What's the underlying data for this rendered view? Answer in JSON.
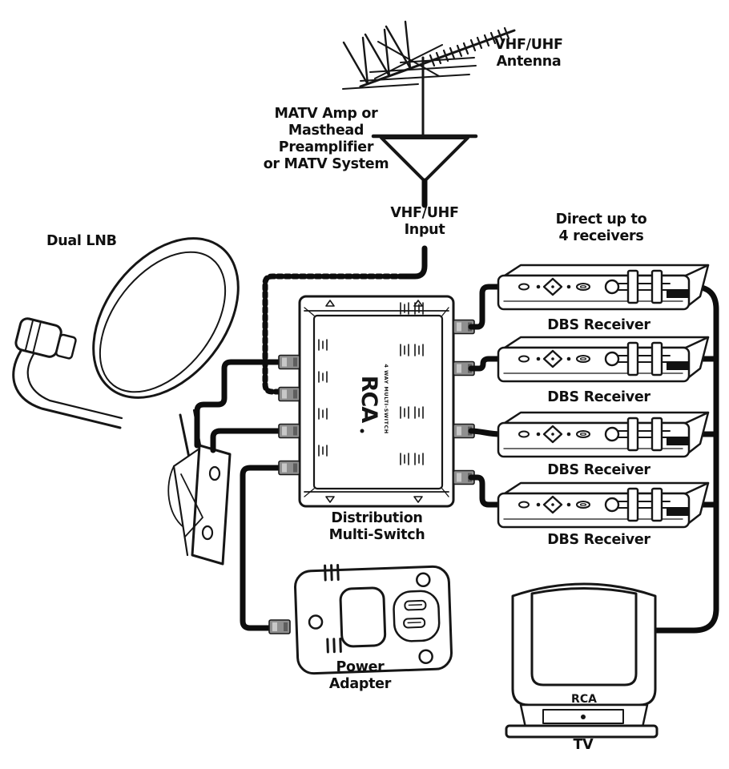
{
  "title": "Satellite dish / multi-switch installation wiring diagram",
  "colors": {
    "background": "#ffffff",
    "line": "#161616",
    "cable": "#0d0d0d",
    "connector_fill": "#8f8f8f"
  },
  "labels": {
    "antenna": "VHF/UHF\nAntenna",
    "matv_amp": "MATV Amp or\nMasthead\nPreamplifier\nor MATV System",
    "vhf_input": "VHF/UHF\nInput",
    "direct_up_to": "Direct up to\n4 receivers",
    "dual_lnb": "Dual LNB",
    "distribution_switch": "Distribution\nMulti-Switch",
    "power_adapter": "Power\nAdapter",
    "tv": "TV"
  },
  "receiver_labels": [
    "DBS Receiver",
    "DBS Receiver",
    "DBS Receiver",
    "DBS Receiver"
  ],
  "logos": {
    "multi_switch_brand": "RCA",
    "multi_switch_model": "4 WAY MULTI-SWITCH",
    "tv_brand": "RCA"
  },
  "connections": [
    {
      "from": "vhf-uhf-antenna",
      "to": "matv-amplifier",
      "style": "solid"
    },
    {
      "from": "matv-amplifier",
      "to": "vhf-uhf-input",
      "style": "solid"
    },
    {
      "from": "vhf-uhf-input",
      "to": "multi-switch",
      "style": "dashed"
    },
    {
      "from": "dual-lnb-dish",
      "to": "multi-switch",
      "style": "solid",
      "cables": 2
    },
    {
      "from": "multi-switch",
      "to": "dbs-receiver-1",
      "style": "solid"
    },
    {
      "from": "multi-switch",
      "to": "dbs-receiver-2",
      "style": "solid"
    },
    {
      "from": "multi-switch",
      "to": "dbs-receiver-3",
      "style": "solid"
    },
    {
      "from": "multi-switch",
      "to": "dbs-receiver-4",
      "style": "solid"
    },
    {
      "from": "dbs-receivers",
      "to": "tv",
      "style": "solid-trunk"
    },
    {
      "from": "power-adapter",
      "to": "multi-switch",
      "style": "solid"
    }
  ]
}
